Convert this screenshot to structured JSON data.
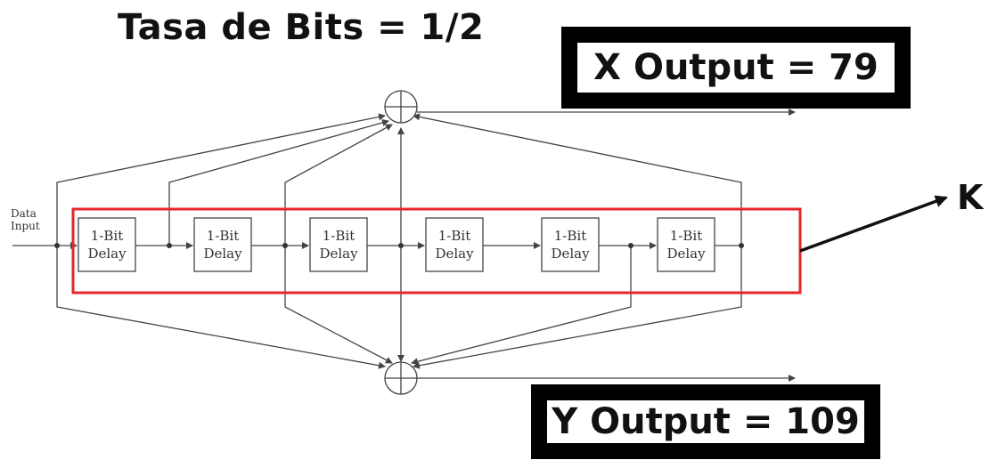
{
  "title": "Tasa de Bits = 1/2",
  "x_output": "X Output = 79",
  "y_output": "Y Output = 109",
  "k_label": "K",
  "input_label_line1": "Data",
  "input_label_line2": "Input",
  "delay_label_line1": "1-Bit",
  "delay_label_line2": "Delay",
  "delay_count": 6,
  "colors": {
    "highlight": "#e8252b",
    "line": "#444444",
    "text": "#111111"
  }
}
